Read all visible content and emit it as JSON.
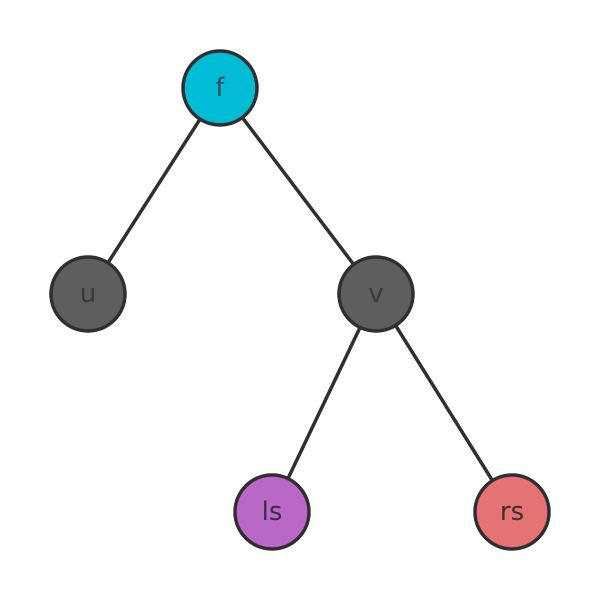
{
  "nodes": [
    {
      "id": "f",
      "label": "f",
      "fill": "#00bcd4",
      "text_color": "#2f4f5a"
    },
    {
      "id": "u",
      "label": "u",
      "fill": "#5e5e5e",
      "text_color": "#3a3a3a"
    },
    {
      "id": "v",
      "label": "v",
      "fill": "#5e5e5e",
      "text_color": "#3a3a3a"
    },
    {
      "id": "ls",
      "label": "ls",
      "fill": "#ba68c8",
      "text_color": "#3a2f40"
    },
    {
      "id": "rs",
      "label": "rs",
      "fill": "#e57373",
      "text_color": "#3f2f2f"
    }
  ],
  "edges": [
    {
      "from": "f",
      "to": "u"
    },
    {
      "from": "f",
      "to": "v"
    },
    {
      "from": "v",
      "to": "ls"
    },
    {
      "from": "v",
      "to": "rs"
    }
  ],
  "colors": {
    "stroke": "#2f2f2f",
    "background": "#ffffff"
  }
}
